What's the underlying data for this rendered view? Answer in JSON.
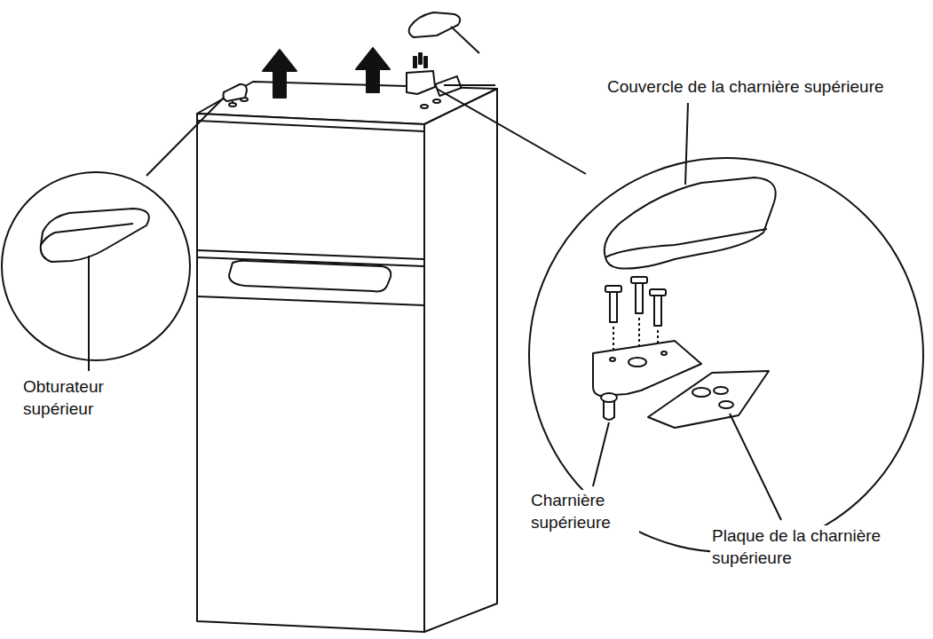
{
  "diagram": {
    "labels": [
      "Couvercle de la charnière supérieure",
      "Obturateur supérieur",
      "Charnière supérieure",
      "Plaque de la charnière supérieure"
    ]
  }
}
